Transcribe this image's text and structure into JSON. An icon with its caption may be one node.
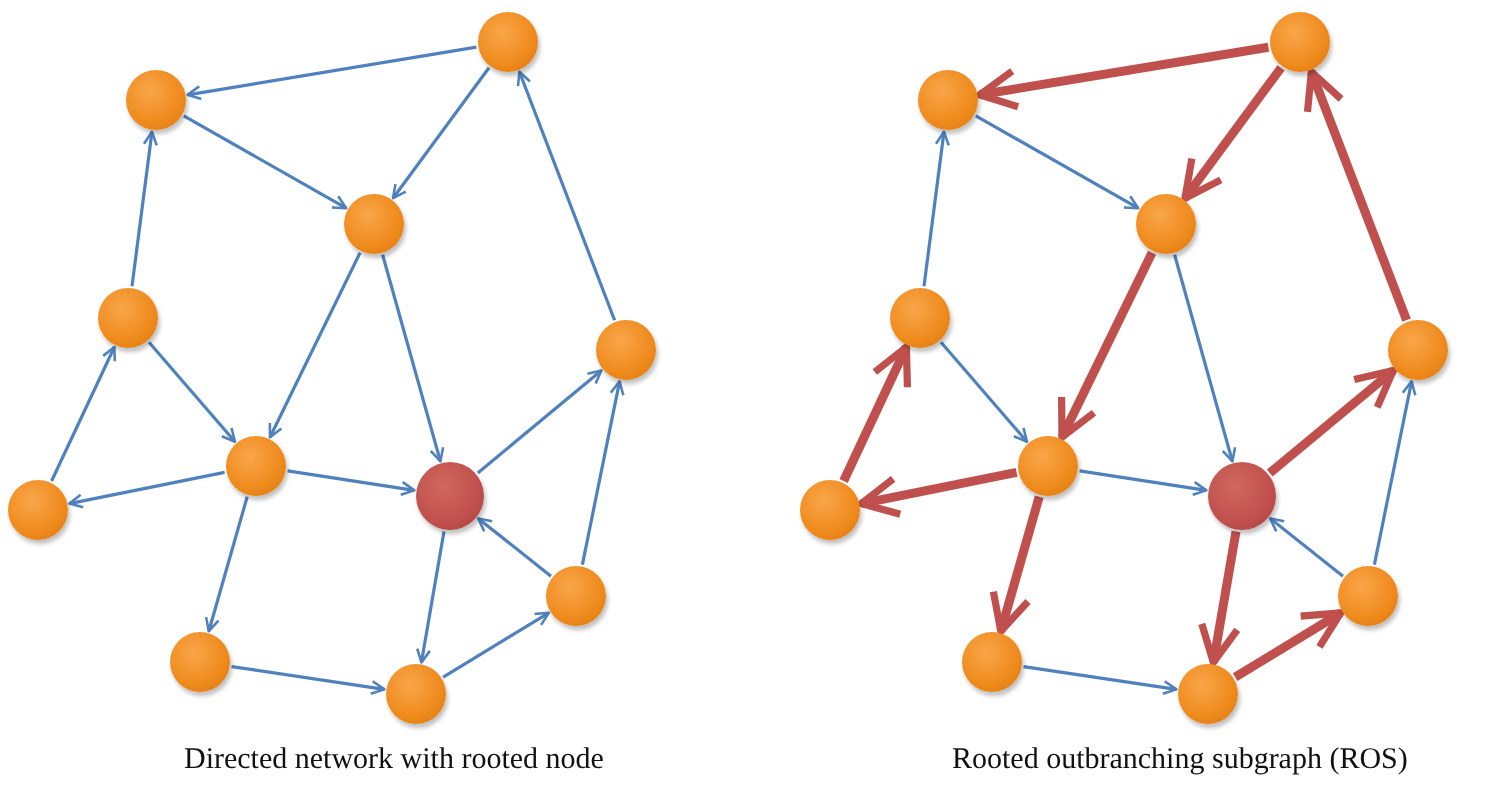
{
  "diagram": {
    "nodes": [
      {
        "text": [],
        "shape": "circle"
      },
      {
        "text": [],
        "shape": "circle"
      },
      {
        "text": [],
        "shape": "circle"
      },
      {
        "text": [],
        "shape": "circle"
      },
      {
        "text": [],
        "shape": "circle"
      },
      {
        "text": [],
        "shape": "circle"
      },
      {
        "text": [],
        "shape": "circle"
      },
      {
        "text": [],
        "shape": "circle"
      },
      {
        "text": [],
        "shape": "circle"
      },
      {
        "text": [],
        "shape": "circle"
      },
      {
        "text": [],
        "shape": "circle"
      },
      {
        "text": [],
        "shape": "circle"
      },
      {
        "text": [],
        "shape": "circle"
      },
      {
        "text": [],
        "shape": "circle"
      },
      {
        "text": [],
        "shape": "circle"
      },
      {
        "text": [],
        "shape": "circle"
      },
      {
        "text": [],
        "shape": "circle"
      },
      {
        "text": [],
        "shape": "circle"
      },
      {
        "text": [],
        "shape": "circle"
      },
      {
        "text": [],
        "shape": "circle"
      },
      {
        "text": [],
        "shape": "circle"
      },
      {
        "text": [],
        "shape": "circle"
      }
    ],
    "edges": [
      {
        "from": 0,
        "to": 1,
        "arrow": "to"
      },
      {
        "from": 0,
        "to": 2,
        "arrow": "to"
      },
      {
        "from": 1,
        "to": 2,
        "arrow": "to"
      },
      {
        "from": 3,
        "to": 1,
        "arrow": "to"
      },
      {
        "from": 3,
        "to": 5,
        "arrow": "to"
      },
      {
        "from": 7,
        "to": 3,
        "arrow": "to"
      },
      {
        "from": 2,
        "to": 5,
        "arrow": "to"
      },
      {
        "from": 2,
        "to": 6,
        "arrow": "to"
      },
      {
        "from": 5,
        "to": 7,
        "arrow": "to"
      },
      {
        "from": 5,
        "to": 6,
        "arrow": "to"
      },
      {
        "from": 5,
        "to": 9,
        "arrow": "to"
      },
      {
        "from": 6,
        "to": 4,
        "arrow": "to"
      },
      {
        "from": 4,
        "to": 0,
        "arrow": "to"
      },
      {
        "from": 8,
        "to": 4,
        "arrow": "to"
      },
      {
        "from": 8,
        "to": 6,
        "arrow": "to"
      },
      {
        "from": 6,
        "to": 10,
        "arrow": "to"
      },
      {
        "from": 9,
        "to": 10,
        "arrow": "to"
      },
      {
        "from": 10,
        "to": 8,
        "arrow": "to"
      },
      {
        "from": 11,
        "to": 12,
        "arrow": "to",
        "style": "thick",
        "color": "#c0504d"
      },
      {
        "from": 11,
        "to": 13,
        "arrow": "to",
        "style": "thick",
        "color": "#c0504d"
      },
      {
        "from": 12,
        "to": 13,
        "arrow": "to"
      },
      {
        "from": 14,
        "to": 12,
        "arrow": "to"
      },
      {
        "from": 14,
        "to": 16,
        "arrow": "to"
      },
      {
        "from": 18,
        "to": 14,
        "arrow": "to",
        "style": "thick",
        "color": "#c0504d"
      },
      {
        "from": 13,
        "to": 16,
        "arrow": "to",
        "style": "thick",
        "color": "#c0504d"
      },
      {
        "from": 13,
        "to": 17,
        "arrow": "to"
      },
      {
        "from": 16,
        "to": 18,
        "arrow": "to",
        "style": "thick",
        "color": "#c0504d"
      },
      {
        "from": 16,
        "to": 17,
        "arrow": "to"
      },
      {
        "from": 16,
        "to": 20,
        "arrow": "to",
        "style": "thick",
        "color": "#c0504d"
      },
      {
        "from": 17,
        "to": 15,
        "arrow": "to",
        "style": "thick",
        "color": "#c0504d"
      },
      {
        "from": 15,
        "to": 11,
        "arrow": "to",
        "style": "thick",
        "color": "#c0504d"
      },
      {
        "from": 19,
        "to": 15,
        "arrow": "to"
      },
      {
        "from": 19,
        "to": 17,
        "arrow": "to"
      },
      {
        "from": 17,
        "to": 21,
        "arrow": "to",
        "style": "thick",
        "color": "#c0504d"
      },
      {
        "from": 20,
        "to": 21,
        "arrow": "to"
      },
      {
        "from": 21,
        "to": 19,
        "arrow": "to",
        "style": "thick",
        "color": "#c0504d"
      }
    ],
    "labels": [
      "Directed network with rooted node",
      "Rooted outbranching subgraph (ROS)"
    ]
  }
}
